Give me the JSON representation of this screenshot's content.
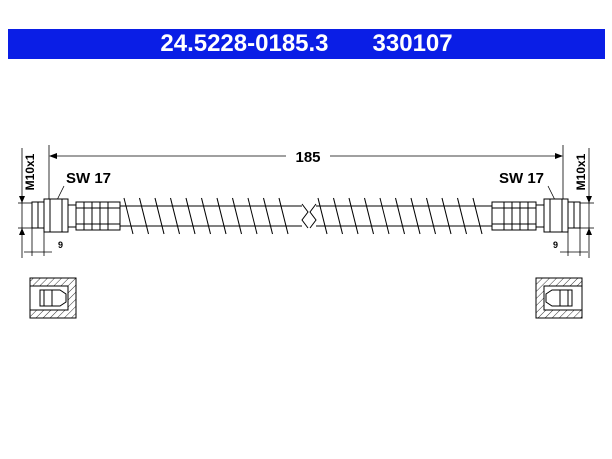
{
  "header": {
    "part_number": "24.5228-0185.3",
    "ref_number": "330107"
  },
  "drawing": {
    "length_label": "185",
    "left_wrench_label": "SW 17",
    "right_wrench_label": "SW 17",
    "left_thread_label": "M10x1",
    "right_thread_label": "M10x1",
    "left_offset_label": "9",
    "right_offset_label": "9"
  },
  "colors": {
    "header_bg": "#0a1ee6",
    "header_text": "#ffffff",
    "line": "#000000"
  }
}
